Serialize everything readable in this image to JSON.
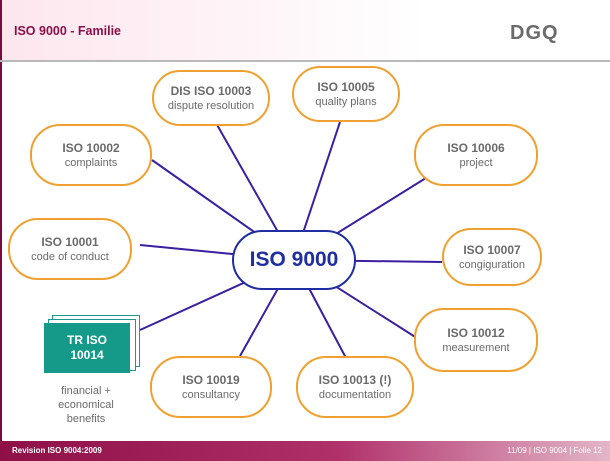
{
  "header": {
    "title": "ISO 9000 - Familie",
    "logo": "DGQ"
  },
  "center": {
    "label": "ISO 9000"
  },
  "nodes": {
    "n10003": {
      "title": "DIS ISO 10003",
      "desc": "dispute resolution"
    },
    "n10005": {
      "title": "ISO 10005",
      "desc": "quality plans"
    },
    "n10002": {
      "title": "ISO 10002",
      "desc": "complaints"
    },
    "n10006": {
      "title": "ISO 10006",
      "desc": "project"
    },
    "n10001": {
      "title": "ISO 10001",
      "desc": "code of conduct"
    },
    "n10007": {
      "title": "ISO 10007",
      "desc": "congiguration"
    },
    "n10012": {
      "title": "ISO 10012",
      "desc": "measurement"
    },
    "n10019": {
      "title": "ISO 10019",
      "desc": "consultancy"
    },
    "n10013": {
      "title": "ISO 10013 (!)",
      "desc": "documentation"
    }
  },
  "book": {
    "line1": "TR ISO",
    "line2": "10014",
    "caption": "financial + economical benefits"
  },
  "footer": {
    "left": "Revision ISO 9004:2009",
    "right": "11/09 | ISO 9004 | Folie 12"
  },
  "colors": {
    "accent": "#8c1048",
    "node_border": "#f0a030",
    "line": "#3a1fa0",
    "center": "#1f2ea0",
    "book": "#159a8a"
  }
}
